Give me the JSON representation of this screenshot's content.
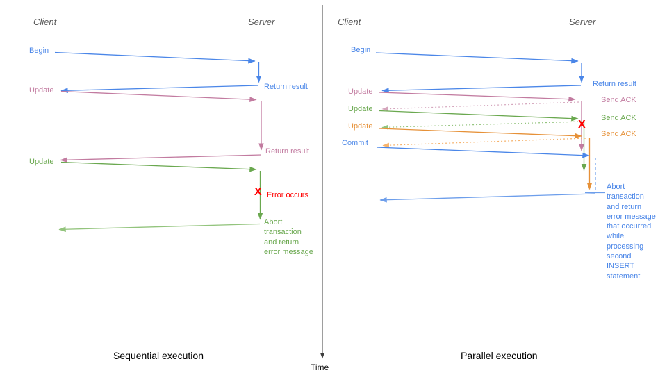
{
  "colors": {
    "blue": "#4a86e8",
    "light_blue": "#6d9eeb",
    "pink": "#c27ba0",
    "light_pink": "#d5a6bd",
    "green": "#6aa84f",
    "light_green": "#93c47d",
    "orange": "#e69138",
    "light_orange": "#f6b26b",
    "error_red": "#ff0000",
    "axis": "#3d3d3d"
  },
  "time_axis": {
    "label": "Time"
  },
  "left": {
    "caption": "Sequential execution",
    "client_label": "Client",
    "server_label": "Server",
    "messages": {
      "begin": "Begin",
      "return_result_1": "Return result",
      "update_1": "Update",
      "return_result_2": "Return result",
      "update_2": "Update",
      "error_x": "X",
      "error_occurs": "Error occurs",
      "abort": "Abort\ntransaction\nand return\nerror message"
    }
  },
  "right": {
    "caption": "Parallel execution",
    "client_label": "Client",
    "server_label": "Server",
    "messages": {
      "begin": "Begin",
      "return_result": "Return result",
      "update_1": "Update",
      "send_ack_1": "Send ACK",
      "update_2": "Update",
      "send_ack_2": "Send ACK",
      "update_3": "Update",
      "send_ack_3": "Send ACK",
      "error_x": "X",
      "commit": "Commit",
      "abort": "Abort\ntransaction\nand return\nerror message\nthat occurred\nwhile\nprocessing\nsecond\nINSERT\nstatement"
    }
  }
}
